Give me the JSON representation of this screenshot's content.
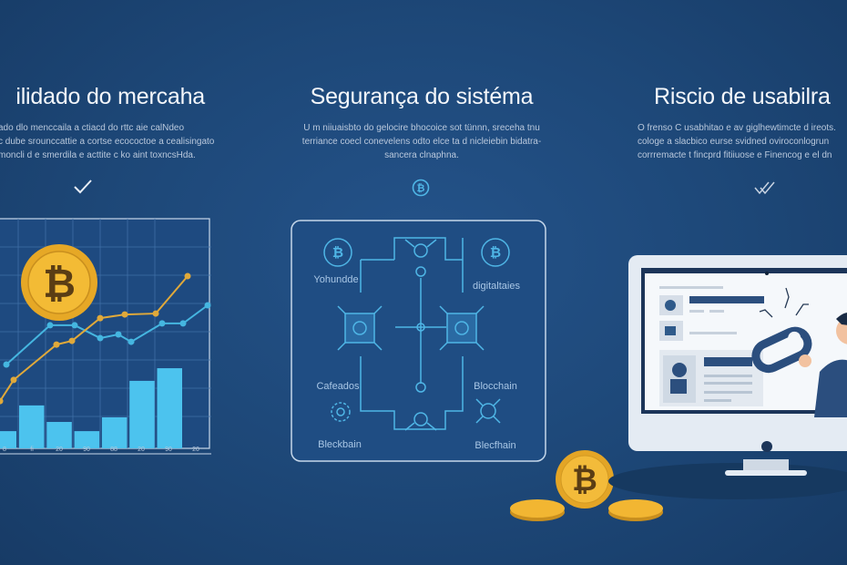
{
  "sections": [
    {
      "title": "ilidado do mercaha",
      "description": "ado dlo menccaila a ctiacd do rttc aie calNdeo\nc dube srounccattie a cortse ecococtoe a cealisingato\nmoncli d e smerdila e acttite c ko aint toxncsHda."
    },
    {
      "title": "Segurança do sistéma",
      "description": "U m niiuaisbto do gelocire bhocoice sot tünnn, sreceha tnu\nterriance coecl conevelens odto elce ta d nicleiebin bidatra-\nsancera clnaphna."
    },
    {
      "title": "Riscio de usabilra",
      "description": "O frenso C usabhitao e av giglhewtimcte d ireots.\ncologe a slacbico eurse svidned oviroconlogrun\ncorrremacte t fincprd fitiiuose e Finencog e el dn"
    }
  ],
  "icons": {
    "col1": "checkmark-icon",
    "col2": "bitcoin-icon",
    "col3": "double-checkmark-icon"
  },
  "chart": {
    "bars": [
      7.5,
      18.7,
      11.5,
      7.5,
      13.5,
      29.4,
      34.9
    ],
    "blue_line": [
      36.5,
      53.6,
      53.6,
      48,
      49.6,
      46.4,
      54.4,
      54.4,
      62.3
    ],
    "orange_line": [
      20.6,
      29.8,
      45.2,
      46.8,
      56.7,
      58.3,
      58.7,
      75
    ],
    "tick_labels": [
      "8",
      "fi",
      "20",
      "90",
      "88",
      "20",
      "90",
      "20"
    ]
  },
  "diagram": {
    "labels": {
      "top_left": "Yohundde",
      "top_right": "digitaltaies",
      "mid_left": "Cafeados",
      "mid_right": "Blocchain",
      "bottom_left": "Bleckbain",
      "bottom_right": "Blecfhain"
    }
  },
  "colors": {
    "background": "#1d4777",
    "accent": "#4cc3ee",
    "gold": "#f2b632",
    "line_orange": "#e0a93a",
    "diagram": "#4fb6e6"
  }
}
